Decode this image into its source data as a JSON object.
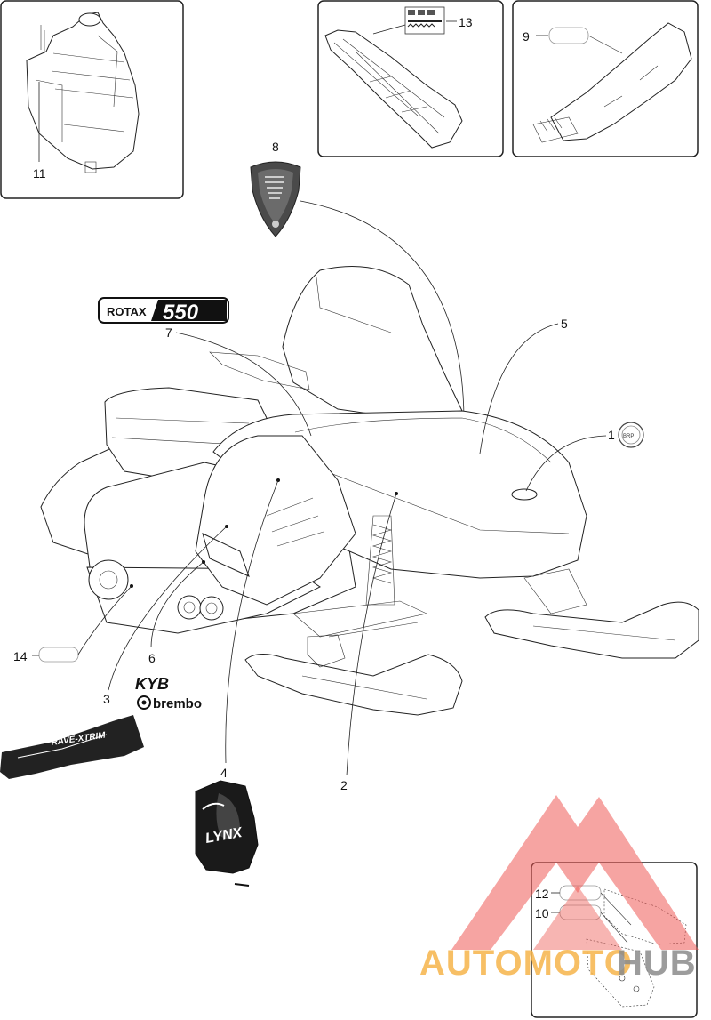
{
  "callouts": {
    "c1": "1",
    "c2": "2",
    "c3": "3",
    "c4": "4",
    "c5": "5",
    "c6": "6",
    "c7": "7",
    "c8": "8",
    "c9": "9",
    "c10": "10",
    "c11": "11",
    "c12": "12",
    "c13": "13",
    "c14": "14"
  },
  "decals": {
    "rotax_word": "ROTAX",
    "rotax_model": "550",
    "kyb": "KYB",
    "brembo": "brembo",
    "rave": "RAVE-XTRIM",
    "lynx": "LYNX"
  },
  "watermark": {
    "part1": "AUTOMOTO",
    "part2": "HUB",
    "color_orange": "#f6b44a",
    "color_red": "#ee5a55",
    "color_gray": "#8b8b8b"
  }
}
